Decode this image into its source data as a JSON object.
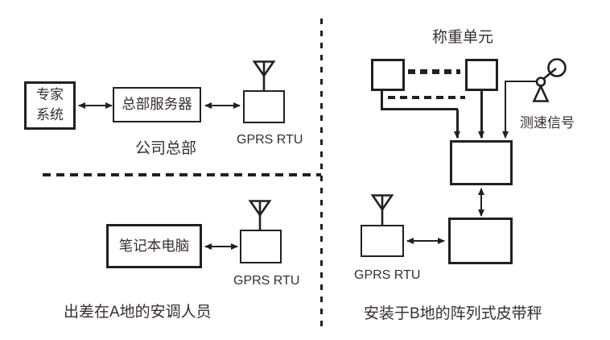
{
  "colors": {
    "line": "#231f20",
    "text": "#362e2f",
    "background": "#ffffff"
  },
  "hq": {
    "expert_box": "专家\n系统",
    "server_box": "总部服务器",
    "site_label": "公司总部",
    "rtu_label": "GPRS RTU"
  },
  "site_a": {
    "laptop_box": "笔记本电脑",
    "rtu_label": "GPRS RTU",
    "caption": "出差在A地的安调人员"
  },
  "site_b": {
    "weighing_title": "称重单元",
    "speed_label": "测速信号",
    "rtu_label": "GPRS RTU",
    "caption": "安装于B地的阵列式皮带秤"
  },
  "icons": {
    "antenna": "antenna-icon",
    "tachometer": "tachometer-icon"
  }
}
